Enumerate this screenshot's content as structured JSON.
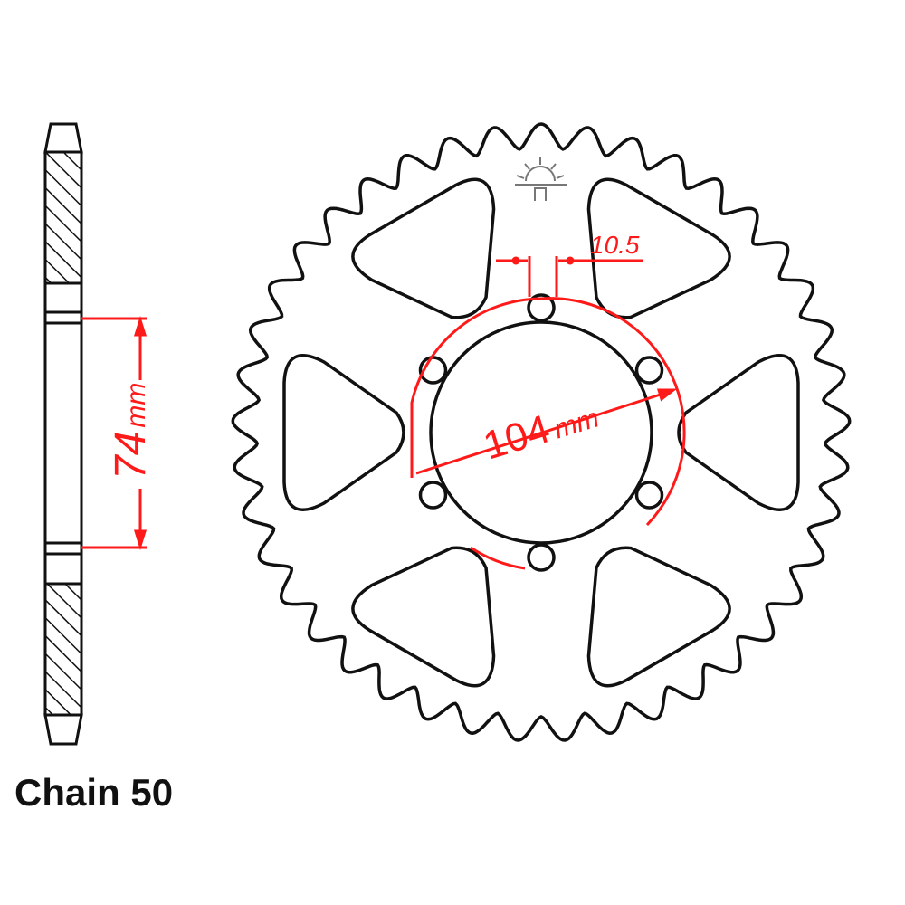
{
  "caption": "Chain 50",
  "dimensions": {
    "hub_offset": "74",
    "hub_offset_unit": "mm",
    "pcd": "104",
    "pcd_unit": "mm",
    "bolt_hole": "10.5"
  },
  "sprocket": {
    "teeth": 41,
    "bolt_holes": 6,
    "cutouts": 6
  },
  "colors": {
    "outline": "#111111",
    "dimension": "#ff1a1a",
    "logo": "#777777"
  }
}
